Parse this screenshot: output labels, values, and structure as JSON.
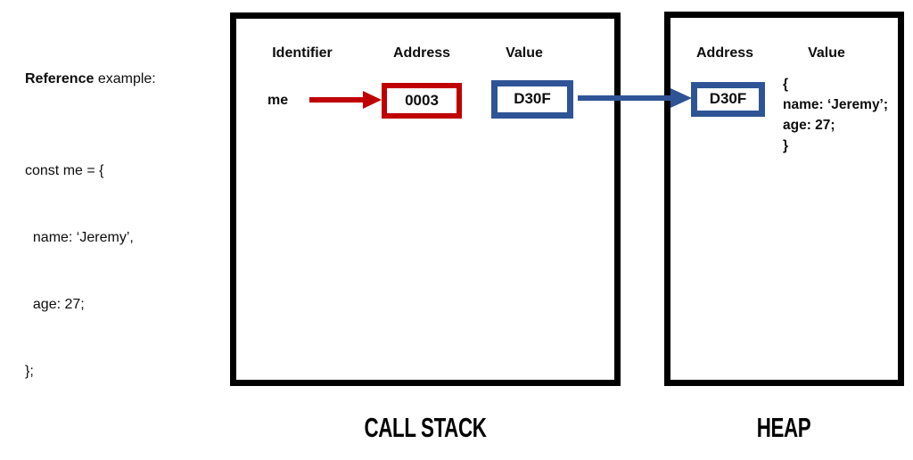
{
  "reference": {
    "heading_bold": "Reference",
    "heading_rest": " example:",
    "code_lines": [
      "const me = {",
      "  name: ‘Jeremy’,",
      "  age: 27;",
      "};"
    ]
  },
  "call_stack": {
    "title": "CALL STACK",
    "headers": {
      "identifier": "Identifier",
      "address": "Address",
      "value": "Value"
    },
    "row": {
      "identifier": "me",
      "address": "0003",
      "value": "D30F"
    }
  },
  "heap": {
    "title": "HEAP",
    "headers": {
      "address": "Address",
      "value": "Value"
    },
    "row": {
      "address": "D30F",
      "value_lines": [
        "{",
        "name: ‘Jeremy’;",
        "age: 27;",
        "}"
      ]
    }
  },
  "colors": {
    "red": "#C00000",
    "blue": "#2F5496",
    "black": "#000000"
  }
}
